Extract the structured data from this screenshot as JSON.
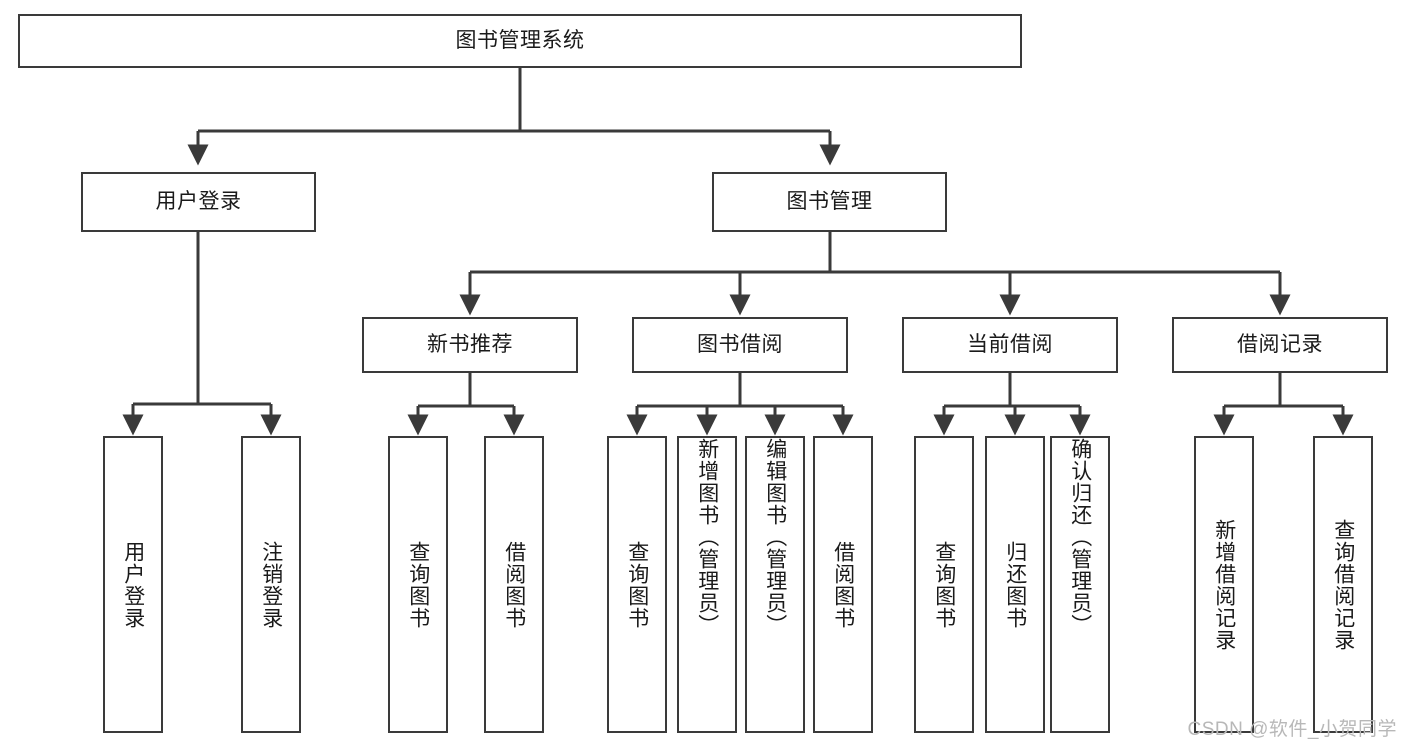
{
  "diagram": {
    "title": "图书管理系统",
    "type": "hierarchy-tree",
    "watermark": "CSDN @软件_小贺同学",
    "colors": {
      "background": "#ffffff",
      "border": "#3a3a3a",
      "text": "#1a1a1a",
      "watermark": "#b8b8b8"
    },
    "nodes": {
      "root": {
        "label": "图书管理系统"
      },
      "level2": [
        {
          "label": "用户登录"
        },
        {
          "label": "图书管理"
        }
      ],
      "level3": [
        {
          "label": "新书推荐"
        },
        {
          "label": "图书借阅"
        },
        {
          "label": "当前借阅"
        },
        {
          "label": "借阅记录"
        }
      ],
      "leaves": {
        "user_login": [
          {
            "label": "用户登录"
          },
          {
            "label": "注销登录"
          }
        ],
        "new_book_recommend": [
          {
            "label": "查询图书"
          },
          {
            "label": "借阅图书"
          }
        ],
        "book_borrow": [
          {
            "label": "查询图书"
          },
          {
            "label": "新增图书（管理员）"
          },
          {
            "label": "编辑图书（管理员）"
          },
          {
            "label": "借阅图书"
          }
        ],
        "current_borrow": [
          {
            "label": "查询图书"
          },
          {
            "label": "归还图书"
          },
          {
            "label": "确认归还（管理员）"
          }
        ],
        "borrow_record": [
          {
            "label": "新增借阅记录"
          },
          {
            "label": "查询借阅记录"
          }
        ]
      }
    }
  }
}
